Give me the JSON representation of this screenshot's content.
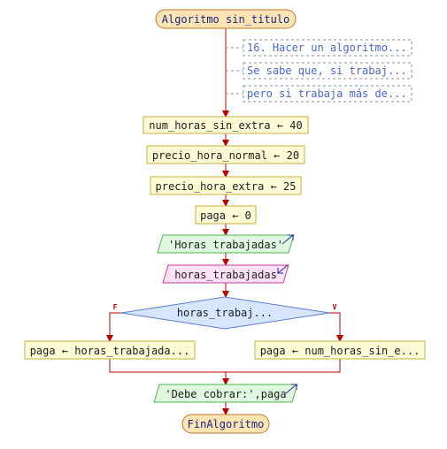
{
  "flowchart": {
    "start_label": "Algoritmo sin_titulo",
    "end_label": "FinAlgoritmo",
    "comments": [
      "16. Hacer un algoritmo...",
      "Se sabe que, si trabaj...",
      "pero si trabaja más de..."
    ],
    "assignments": [
      "num_horas_sin_extra ← 40",
      "precio_hora_normal ← 20",
      "precio_hora_extra ← 25",
      "paga ← 0"
    ],
    "output_prompt": "'Horas trabajadas'",
    "input_var": "horas_trabajadas",
    "decision": {
      "label": "horas_trabaj...",
      "false_label": "F",
      "true_label": "V",
      "false_branch": "paga ← horas_trabajada...",
      "true_branch": "paga ← num_horas_sin_e..."
    },
    "output_result": "'Debe cobrar:',paga"
  },
  "colors": {
    "line": "#b80000",
    "terminal_fill": "#fbe4b4",
    "terminal_stroke": "#c2762e",
    "process_fill": "#fdfad6",
    "process_stroke": "#c8ad3c",
    "output_fill": "#dff7df",
    "output_stroke": "#4fb54f",
    "input_fill": "#fde0f4",
    "input_stroke": "#c23ea4",
    "decision_fill": "#d6e6ff",
    "decision_stroke": "#5c7ecf",
    "comment_stroke": "#7b93a8",
    "comment_text": "#4a66cc",
    "text": "#202020",
    "io_arrow": "#1f2a9e"
  }
}
